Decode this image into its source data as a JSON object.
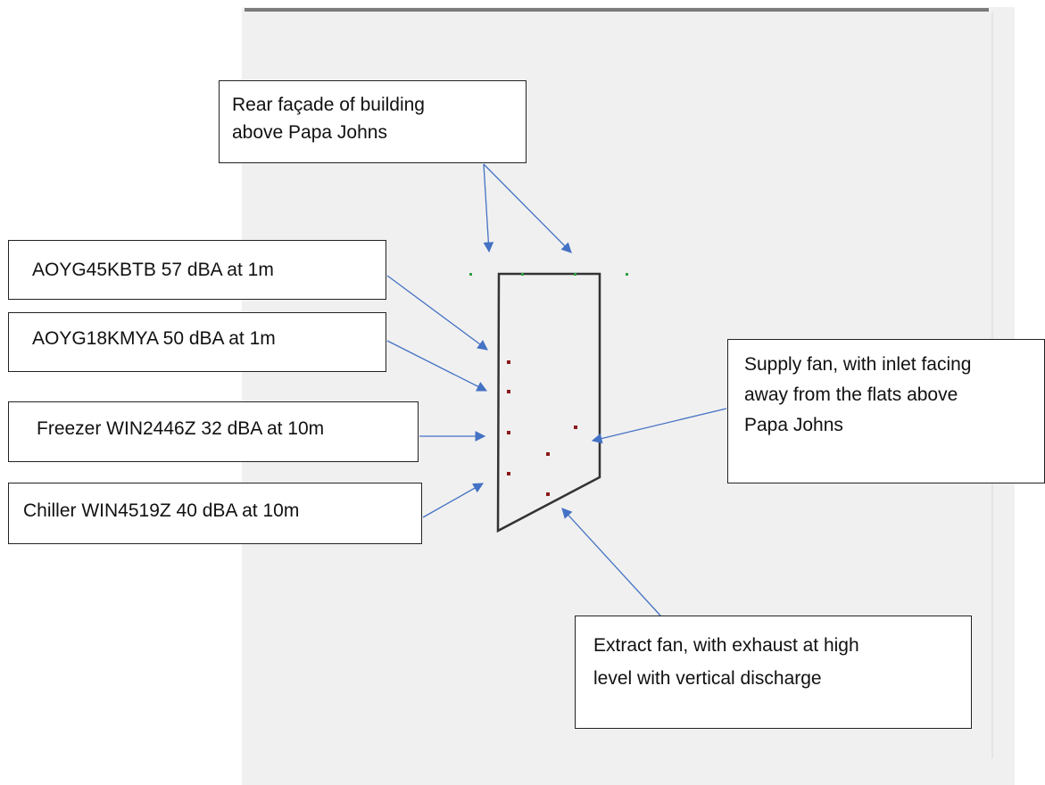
{
  "callouts": {
    "rear_facade": {
      "lines": [
        "Rear façade of building",
        "above Papa Johns"
      ]
    },
    "aoyg45": {
      "lines": [
        "AOYG45KBTB 57 dBA at 1m"
      ]
    },
    "aoyg18": {
      "lines": [
        "AOYG18KMYA 50 dBA at 1m"
      ]
    },
    "freezer": {
      "lines": [
        "Freezer WIN2446Z 32 dBA at 10m"
      ]
    },
    "chiller": {
      "lines": [
        "Chiller WIN4519Z 40 dBA at 10m"
      ]
    },
    "supply_fan": {
      "lines": [
        "Supply fan, with inlet facing",
        "away from the flats above",
        "Papa Johns"
      ]
    },
    "extract_fan": {
      "lines": [
        "Extract fan, with exhaust at high",
        "level with vertical discharge"
      ]
    }
  },
  "colors": {
    "panel": "#f0f0f0",
    "arrow": "#4472c4",
    "outline": "#333333",
    "receiver_point": "#2ea043",
    "source_point": "#8b1a1a"
  }
}
